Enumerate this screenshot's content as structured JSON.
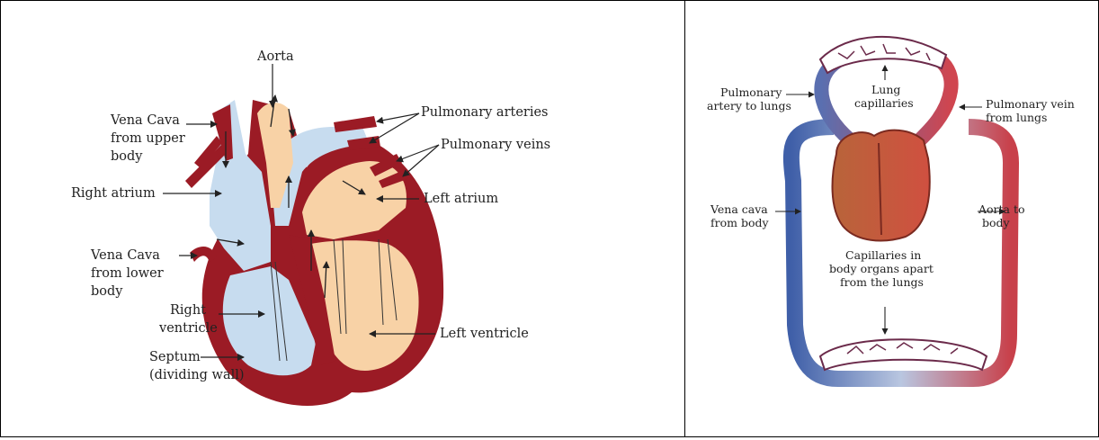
{
  "left_diagram": {
    "labels": {
      "aorta": "Aorta",
      "vena_cava_upper_1": "Vena Cava",
      "vena_cava_upper_2": "from upper",
      "vena_cava_upper_3": "body",
      "pulmonary_arteries": "Pulmonary arteries",
      "pulmonary_veins": "Pulmonary veins",
      "right_atrium": "Right atrium",
      "left_atrium": "Left atrium",
      "vena_cava_lower_1": "Vena Cava",
      "vena_cava_lower_2": "from lower",
      "vena_cava_lower_3": "body",
      "right_ventricle_1": "Right",
      "right_ventricle_2": "ventricle",
      "left_ventricle": "Left ventricle",
      "septum_1": "Septum",
      "septum_2": "(dividing wall)"
    },
    "colors": {
      "wall": "#9b1b25",
      "deoxygenated_blood": "#c7dcef",
      "oxygenated_blood": "#f8d2a6"
    }
  },
  "right_diagram": {
    "labels": {
      "pulmonary_artery_1": "Pulmonary",
      "pulmonary_artery_2": "artery to lungs",
      "lung_capillaries_1": "Lung",
      "lung_capillaries_2": "capillaries",
      "pulmonary_vein_1": "Pulmonary vein",
      "pulmonary_vein_2": "from lungs",
      "vena_cava_1": "Vena cava",
      "vena_cava_2": "from body",
      "aorta_body_1": "Aorta to",
      "aorta_body_2": "body",
      "body_capillaries_1": "Capillaries in",
      "body_capillaries_2": "body organs apart",
      "body_capillaries_3": "from the lungs"
    },
    "colors": {
      "deoxygenated": "#3f5fa8",
      "oxygenated": "#c8404a",
      "heart": "#c86a3a"
    }
  }
}
